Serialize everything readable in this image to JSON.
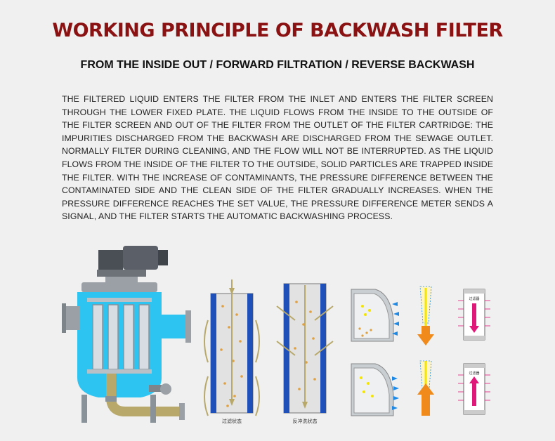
{
  "header": {
    "title": "WORKING PRINCIPLE OF BACKWASH FILTER",
    "subtitle": "FROM THE INSIDE OUT / FORWARD FILTRATION / REVERSE BACKWASH"
  },
  "description": "THE FILTERED LIQUID ENTERS THE FILTER FROM THE INLET AND ENTERS THE FILTER SCREEN THROUGH THE LOWER FIXED PLATE. THE LIQUID FLOWS FROM THE INSIDE TO THE OUTSIDE OF THE FILTER SCREEN AND OUT OF THE FILTER FROM THE OUTLET OF THE FILTER CARTRIDGE: THE IMPURITIES DISCHARGED FROM THE BACKWASH ARE DISCHARGED FROM THE SEWAGE OUTLET. NORMALLY FILTER DURING CLEANING, AND THE FLOW WILL NOT BE INTERRUPTED. AS THE LIQUID FLOWS FROM THE INSIDE OF THE FILTER TO THE OUTSIDE, SOLID PARTICLES ARE TRAPPED INSIDE THE FILTER. WITH THE INCREASE OF CONTAMINANTS, THE PRESSURE DIFFERENCE BETWEEN THE CONTAMINATED SIDE AND THE CLEAN SIDE OF THE FILTER GRADUALLY INCREASES. WHEN THE PRESSURE DIFFERENCE REACHES THE SET VALUE, THE PRESSURE DIFFERENCE METER SENDS A SIGNAL, AND THE FILTER STARTS THE AUTOMATIC BACKWASHING PROCESS.",
  "figures": {
    "filtration_caption": "过滤状态",
    "backwash_caption": "反冲洗状态",
    "element_label_top": "过滤器",
    "element_label_bottom": "过滤器"
  },
  "colors": {
    "title": "#8b1212",
    "water": "#2ec4f2",
    "dirty_flow": "#b8a96a",
    "arrow_orange": "#f08a1a",
    "arrow_magenta": "#e0187a",
    "blue_arrow": "#1e88e5"
  }
}
